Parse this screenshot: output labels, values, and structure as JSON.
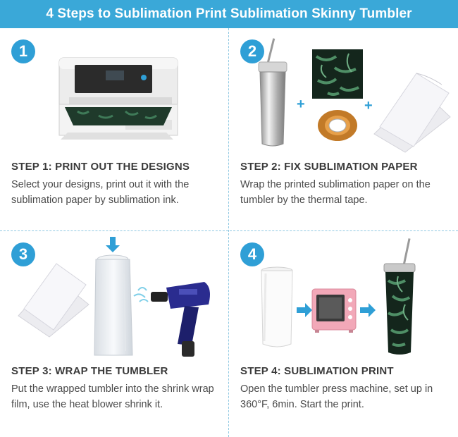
{
  "header": {
    "title": "4 Steps to Sublimation Print Sublimation Skinny Tumbler"
  },
  "colors": {
    "accent": "#3aa8d8",
    "badge": "#2f9fd6",
    "arrow": "#2f9fd6",
    "text": "#3b3b3b"
  },
  "steps": [
    {
      "number": "1",
      "title": "STEP 1: PRINT OUT THE DESIGNS",
      "description": "Select your designs, print out it with the sublimation paper by sublimation ink."
    },
    {
      "number": "2",
      "title": "STEP 2: FIX SUBLIMATION PAPER",
      "description": "Wrap the printed sublimation paper on the tumbler by the thermal tape."
    },
    {
      "number": "3",
      "title": "STEP 3: WRAP THE TUMBLER",
      "description": "Put the wrapped tumbler into the shrink wrap film, use the heat blower shrink it."
    },
    {
      "number": "4",
      "title": "STEP 4: SUBLIMATION PRINT",
      "description": "Open the tumbler press machine, set up in 360°F, 6min. Start the print."
    }
  ],
  "icons": {
    "step1": [
      "printer-icon"
    ],
    "step2": [
      "tumbler-icon",
      "plus-icon",
      "leaf-pattern-icon",
      "thermal-tape-icon",
      "plus-icon",
      "paper-sheets-icon"
    ],
    "step3": [
      "paper-sheets-icon",
      "arrow-down-icon",
      "shrink-film-icon",
      "heat-gun-icon"
    ],
    "step4": [
      "white-tumbler-icon",
      "arrow-right-icon",
      "oven-icon",
      "arrow-right-icon",
      "printed-tumbler-icon"
    ]
  }
}
